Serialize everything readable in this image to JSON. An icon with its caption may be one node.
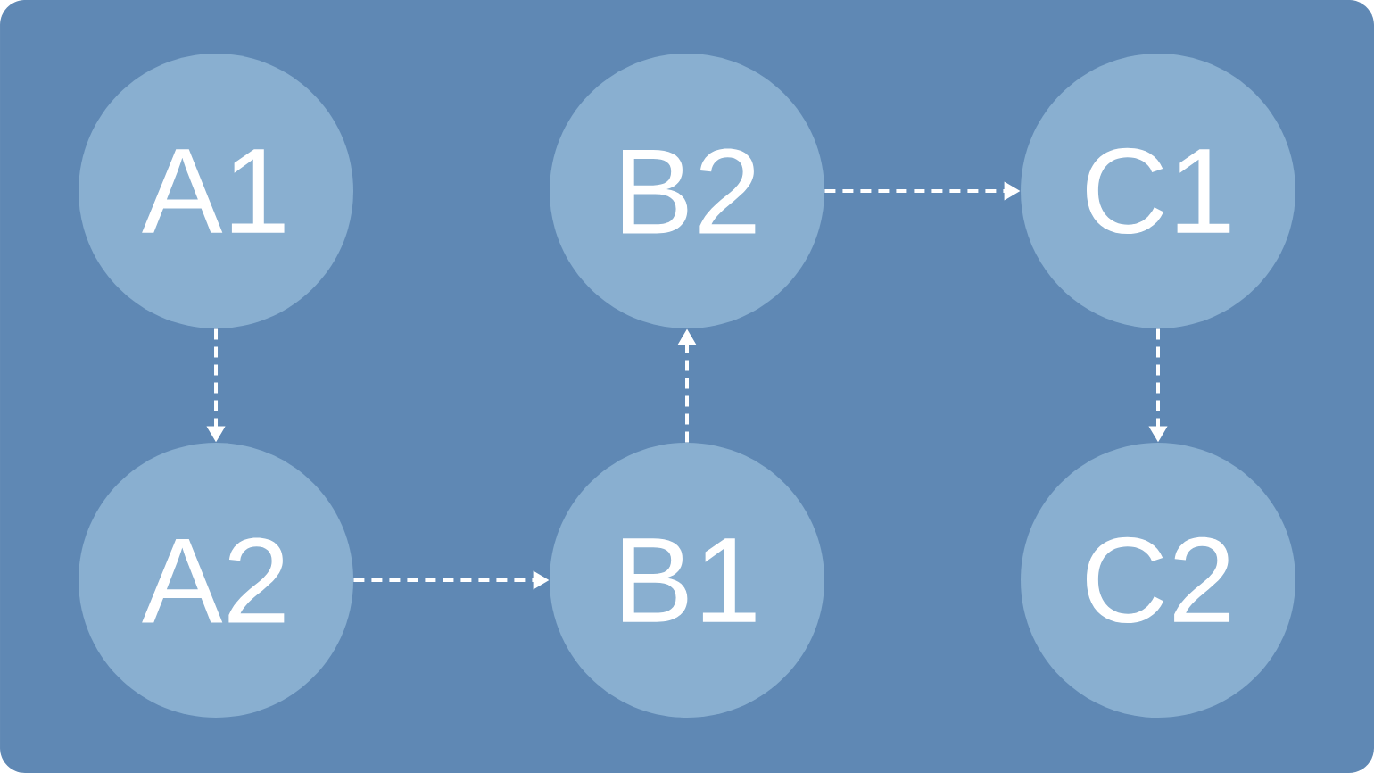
{
  "diagram": {
    "nodes": [
      {
        "text": [
          "A1"
        ]
      },
      {
        "text": [
          "B2"
        ]
      },
      {
        "text": [
          "C1"
        ]
      },
      {
        "text": [
          "A2"
        ]
      },
      {
        "text": [
          "B1"
        ]
      },
      {
        "text": [
          "C2"
        ]
      }
    ],
    "edges": [
      {
        "from": 0,
        "to": 3,
        "arrow": "to",
        "style": "dashed"
      },
      {
        "from": 3,
        "to": 4,
        "arrow": "to",
        "style": "dashed"
      },
      {
        "from": 4,
        "to": 1,
        "arrow": "to",
        "style": "dashed"
      },
      {
        "from": 1,
        "to": 2,
        "arrow": "to",
        "style": "dashed"
      },
      {
        "from": 2,
        "to": 5,
        "arrow": "to",
        "style": "dashed"
      }
    ]
  }
}
